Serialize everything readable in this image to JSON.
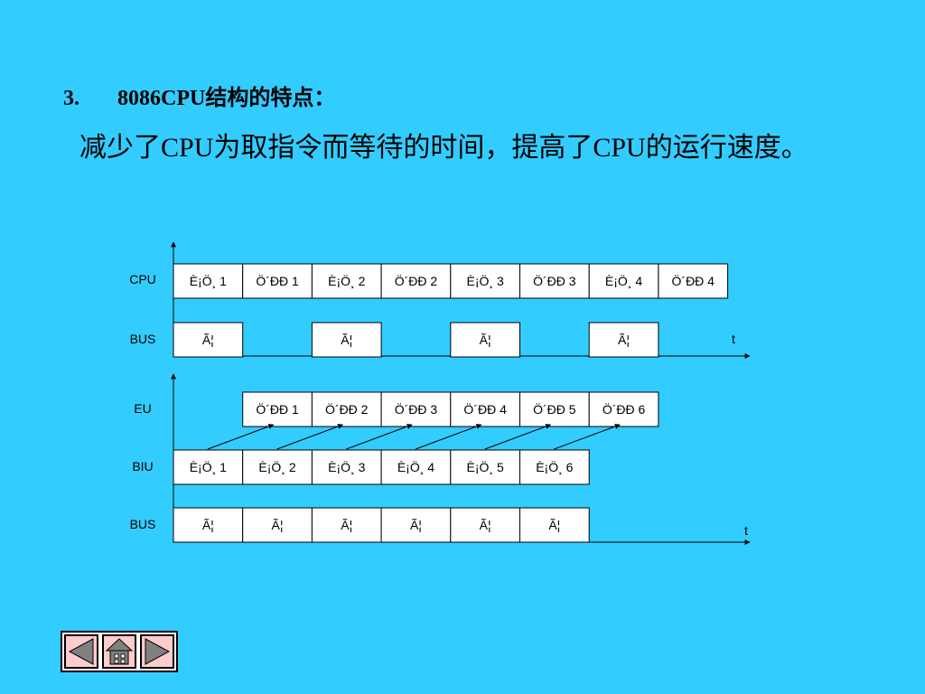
{
  "heading": {
    "number": "3.",
    "title": "8086CPU结构的特点："
  },
  "subtitle": "减少了CPU为取指令而等待的时间，提高了CPU的运行速度。",
  "diagram1": {
    "row_labels": {
      "cpu": "CPU",
      "bus": "BUS"
    },
    "cpu_cells": [
      "È¡Ö¸ 1",
      "Ö´ÐÐ 1",
      "È¡Ö¸ 2",
      "Ö´ÐÐ 2",
      "È¡Ö¸ 3",
      "Ö´ÐÐ 3",
      "È¡Ö¸ 4",
      "Ö´ÐÐ 4"
    ],
    "bus_cells": [
      {
        "slot": 0,
        "text": "Ã¦"
      },
      {
        "slot": 2,
        "text": "Ã¦"
      },
      {
        "slot": 4,
        "text": "Ã¦"
      },
      {
        "slot": 6,
        "text": "Ã¦"
      }
    ],
    "time_label": "t"
  },
  "diagram2": {
    "row_labels": {
      "eu": "EU",
      "biu": "BIU",
      "bus": "BUS"
    },
    "eu_cells": [
      "Ö´ÐÐ 1",
      "Ö´ÐÐ 2",
      "Ö´ÐÐ 3",
      "Ö´ÐÐ 4",
      "Ö´ÐÐ 5",
      "Ö´ÐÐ 6"
    ],
    "biu_cells": [
      "È¡Ö¸ 1",
      "È¡Ö¸ 2",
      "È¡Ö¸ 3",
      "È¡Ö¸ 4",
      "È¡Ö¸ 5",
      "È¡Ö¸ 6"
    ],
    "bus_cells": [
      "Ã¦",
      "Ã¦",
      "Ã¦",
      "Ã¦",
      "Ã¦",
      "Ã¦"
    ],
    "time_label": "t"
  },
  "nav": {
    "buttons": [
      {
        "name": "prev-button",
        "icon": "left-triangle-icon"
      },
      {
        "name": "home-button",
        "icon": "house-icon"
      },
      {
        "name": "next-button",
        "icon": "right-triangle-icon"
      }
    ],
    "button_color": "#FFCCCC",
    "icon_color": "#808080"
  },
  "colors": {
    "background": "#33CCFF",
    "cell": "#FFFFFF",
    "line": "#000000"
  }
}
